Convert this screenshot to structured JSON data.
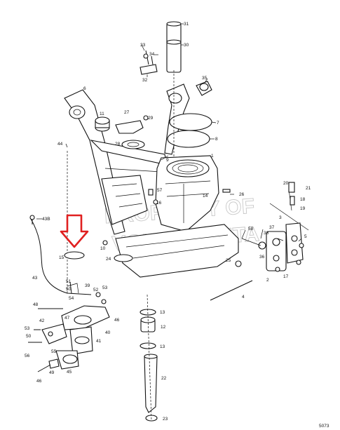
{
  "watermark": {
    "line1": "PROPERTY OF",
    "line2": "VOLVO PENTA"
  },
  "diagram_code": "5073",
  "arrow_color": "#e02020",
  "callouts": [
    "31",
    "30",
    "33",
    "34",
    "32",
    "35",
    "6",
    "11",
    "27",
    "29",
    "7",
    "8",
    "28",
    "44",
    "1",
    "9",
    "57",
    "14",
    "26",
    "16",
    "43B",
    "10",
    "15",
    "24",
    "58",
    "37",
    "38",
    "2",
    "3",
    "4",
    "17",
    "18",
    "19",
    "20",
    "21",
    "36",
    "39",
    "5",
    "25",
    "43",
    "51",
    "50",
    "52",
    "53",
    "54",
    "48",
    "47",
    "42",
    "46",
    "40",
    "41",
    "13",
    "12",
    "22",
    "23",
    "55",
    "56",
    "49",
    "45"
  ]
}
